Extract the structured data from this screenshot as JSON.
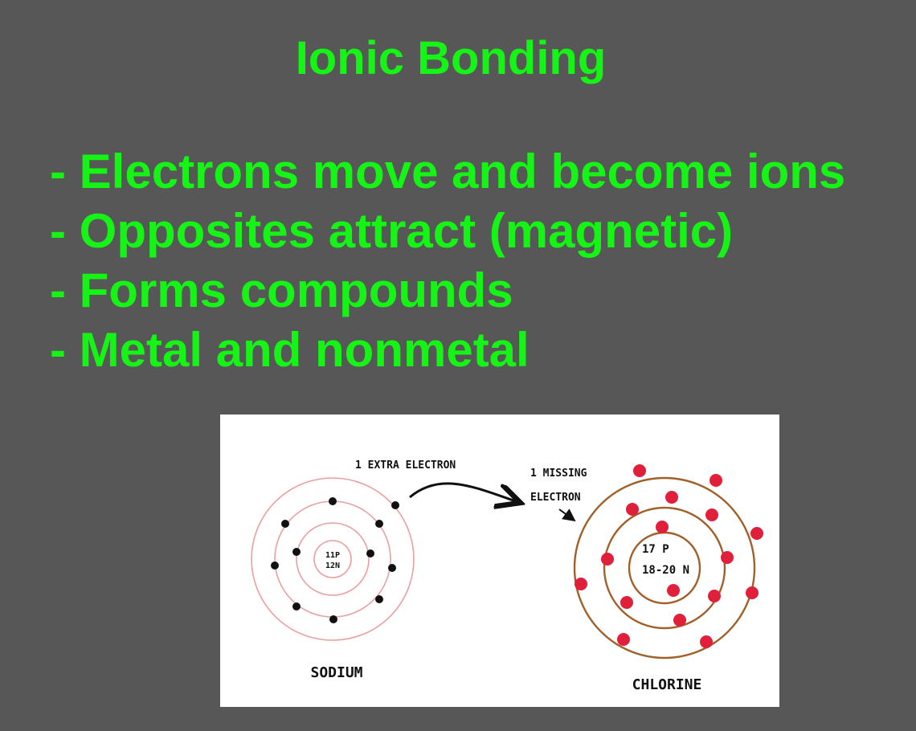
{
  "slide": {
    "title": "Ionic Bonding",
    "bullets": [
      "- Electrons move and become ions",
      "- Opposites attract (magnetic)",
      "- Forms compounds",
      "- Metal and nonmetal"
    ]
  },
  "diagram": {
    "sodium": {
      "name": "SODIUM",
      "nucleus_protons": "11P",
      "nucleus_neutrons": "12N",
      "electron_color": "#111111",
      "shell_color": "#e8a0a0"
    },
    "chlorine": {
      "name": "CHLORINE",
      "nucleus_protons": "17 P",
      "nucleus_neutrons": "18-20 N",
      "electron_color": "#e0203a",
      "shell_color": "#a0602a"
    },
    "extra_electron_label": "1 EXTRA ELECTRON",
    "missing_electron_label_line1": "1 MISSING",
    "missing_electron_label_line2": "ELECTRON",
    "text_color": "#15f515",
    "background_color": "#575757"
  }
}
